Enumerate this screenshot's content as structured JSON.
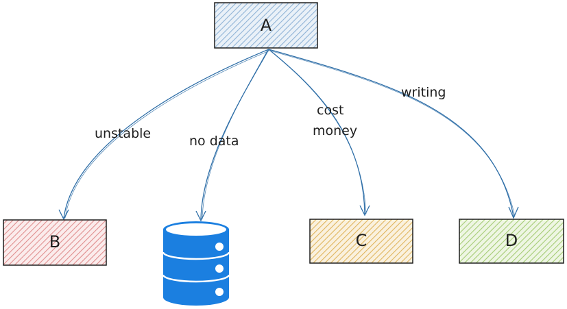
{
  "nodes": [
    {
      "id": "A",
      "label": "A",
      "fill": "#a5c3e0",
      "stroke": "#1e1e1e"
    },
    {
      "id": "B",
      "label": "B",
      "fill": "#e6a3a3",
      "stroke": "#1e1e1e"
    },
    {
      "id": "C",
      "label": "C",
      "fill": "#e3c07a",
      "stroke": "#1e1e1e"
    },
    {
      "id": "D",
      "label": "D",
      "fill": "#b5d68a",
      "stroke": "#1e1e1e"
    }
  ],
  "database": {
    "icon": "database-icon",
    "color": "#1b7fe0"
  },
  "edges": [
    {
      "from": "A",
      "to": "B",
      "label": "unstable"
    },
    {
      "from": "A",
      "to": "database",
      "label": "no data"
    },
    {
      "from": "A",
      "to": "C",
      "label_line1": "cost",
      "label_line2": "money"
    },
    {
      "from": "A",
      "to": "D",
      "label": "writing"
    }
  ],
  "colors": {
    "edge": "#2f6fa8",
    "text": "#1e1e1e"
  }
}
